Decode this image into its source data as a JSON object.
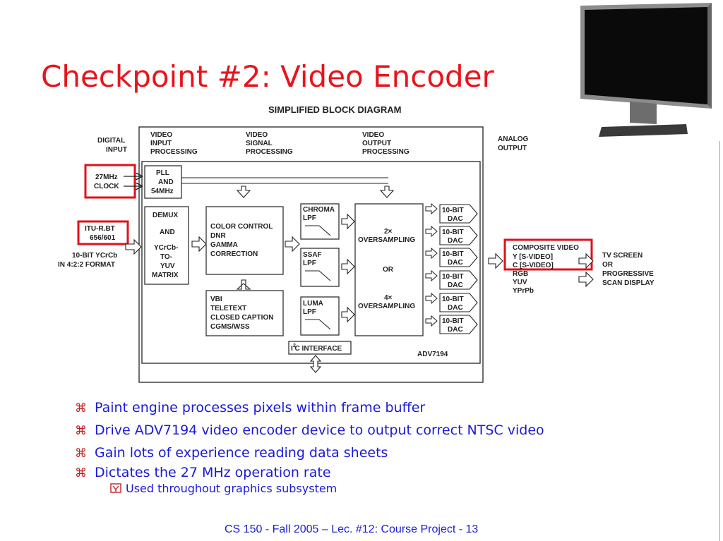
{
  "slide": {
    "title": "Checkpoint #2: Video Encoder",
    "footer": "CS 150 - Fall  2005 – Lec. #12: Course Project - 13"
  },
  "diagram": {
    "heading": "SIMPLIFIED BLOCK DIAGRAM",
    "chip_label": "ADV7194",
    "input_side": {
      "line1": "DIGITAL",
      "line2": "INPUT",
      "clock_line1": "27MHz",
      "clock_line2": "CLOCK",
      "itu_line1": "ITU-R.BT",
      "itu_line2": "656/601",
      "ycrcb_line1": "10-BIT YCrCb",
      "ycrcb_line2": "IN 4:2:2 FORMAT"
    },
    "column_headers": {
      "input": [
        "VIDEO",
        "INPUT",
        "PROCESSING"
      ],
      "signal": [
        "VIDEO",
        "SIGNAL",
        "PROCESSING"
      ],
      "output": [
        "VIDEO",
        "OUTPUT",
        "PROCESSING"
      ],
      "analog": [
        "ANALOG",
        "OUTPUT"
      ]
    },
    "blocks": {
      "pll": [
        "PLL",
        "AND",
        "54MHz"
      ],
      "demux": [
        "DEMUX",
        "AND",
        "YCrCb-",
        "TO-",
        "YUV",
        "MATRIX"
      ],
      "color": [
        "COLOR CONTROL",
        "DNR",
        "GAMMA",
        "CORRECTION"
      ],
      "vbi": [
        "VBI",
        "TELETEXT",
        "CLOSED CAPTION",
        "CGMS/WSS"
      ],
      "chroma": [
        "CHROMA",
        "LPF"
      ],
      "ssaf": [
        "SSAF",
        "LPF"
      ],
      "luma": [
        "LUMA",
        "LPF"
      ],
      "oversampling": [
        "2×",
        "OVERSAMPLING",
        "OR",
        "4×",
        "OVERSAMPLING"
      ],
      "i2c_sup": "2",
      "i2c": "I  C INTERFACE",
      "dac_line1": "10-BIT",
      "dac_line2": "DAC"
    },
    "outputs": [
      "COMPOSITE VIDEO",
      "Y [S-VIDEO]",
      "C [S-VIDEO]",
      "RGB",
      "YUV",
      "YPrPb"
    ],
    "display": [
      "TV SCREEN",
      "OR",
      "PROGRESSIVE",
      "SCAN DISPLAY"
    ]
  },
  "bullets": [
    "Paint engine processes pixels within frame buffer",
    "Drive ADV7194 video encoder device to output correct NTSC video",
    "Gain lots of experience reading data sheets",
    "Dictates the 27 MHz operation rate"
  ],
  "sub_bullets": [
    "Used throughout graphics subsystem"
  ],
  "colors": {
    "title": "#e8141c",
    "text": "#1a1ad8",
    "highlight": "#e0101a"
  }
}
